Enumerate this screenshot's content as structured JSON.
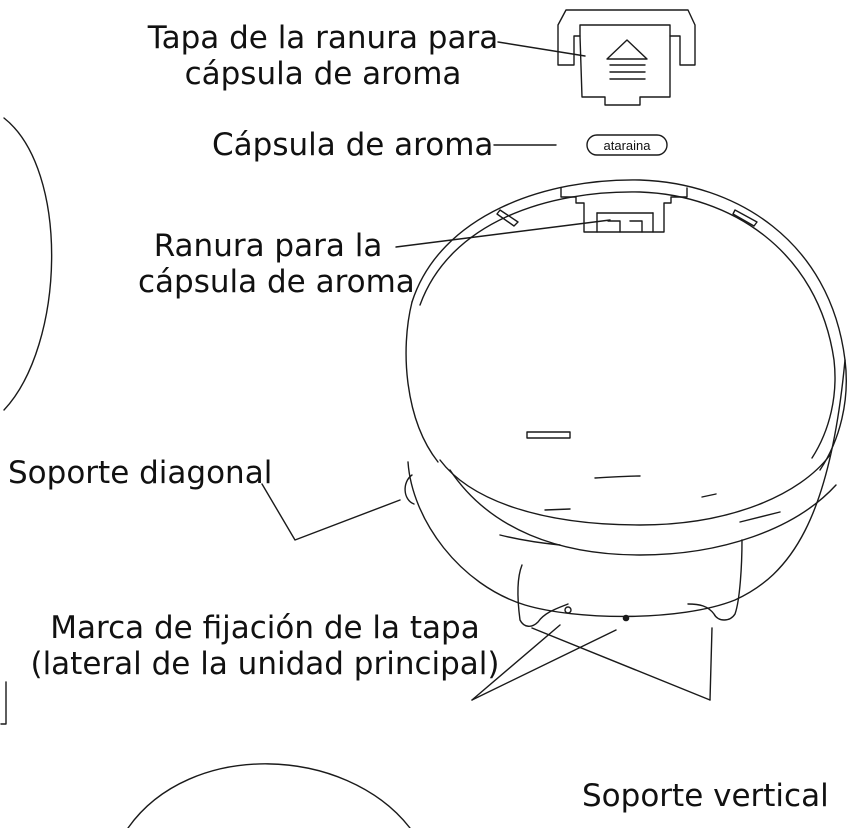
{
  "labels": {
    "lid_cover": [
      "Tapa de la ranura para",
      "cápsula de aroma"
    ],
    "aroma_capsule": "Cápsula de aroma",
    "capsule_slot": [
      "Ranura para la",
      "cápsula de aroma"
    ],
    "diagonal_stand": "Soporte diagonal",
    "lid_mark": [
      "Marca de fijación de la tapa",
      "(lateral de la unidad principal)"
    ],
    "vertical_stand": "Soporte vertical"
  },
  "capsule_brand": "ataraina",
  "colors": {
    "line": "#1a1a1a",
    "text": "#111111",
    "background": "#ffffff"
  }
}
